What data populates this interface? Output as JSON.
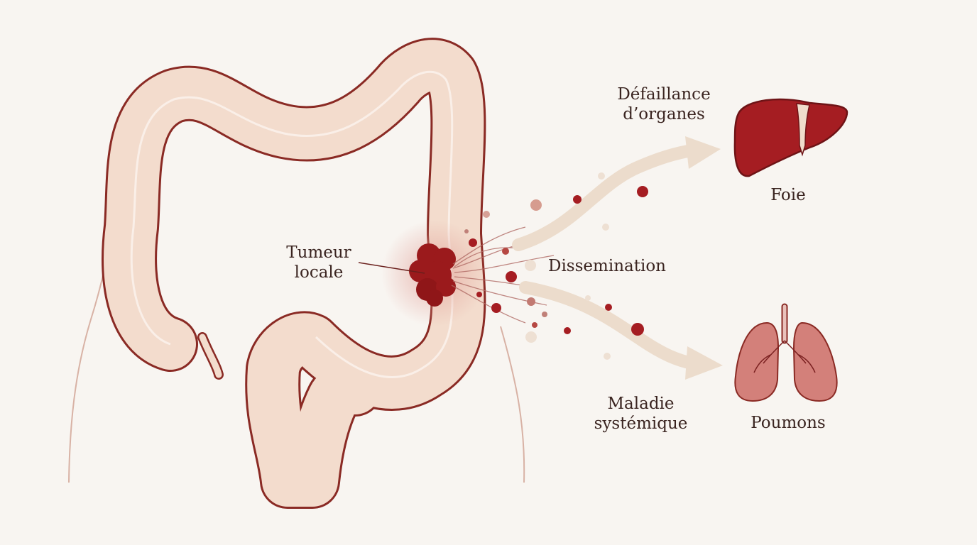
{
  "labels": {
    "tumor": [
      "Tumeur",
      "locale"
    ],
    "dissemination": "Dissemination",
    "organ_failure": [
      "Défaillance",
      "d’organes"
    ],
    "systemic": [
      "Maladie",
      "systémique"
    ],
    "liver": "Foie",
    "lungs": "Poumons"
  },
  "colors": {
    "background": "#f8f5f1",
    "colon_fill": "#f3dccd",
    "colon_outline": "#8a2a24",
    "tumor": "#9b1a1c",
    "liver": "#a51d22",
    "lungs": "#d3807a",
    "arrow": "#ecdccc",
    "text": "#3a2420"
  },
  "icons": [
    "colon-illustration",
    "tumor-mass",
    "liver-icon",
    "lungs-icon",
    "spread-arrow"
  ]
}
